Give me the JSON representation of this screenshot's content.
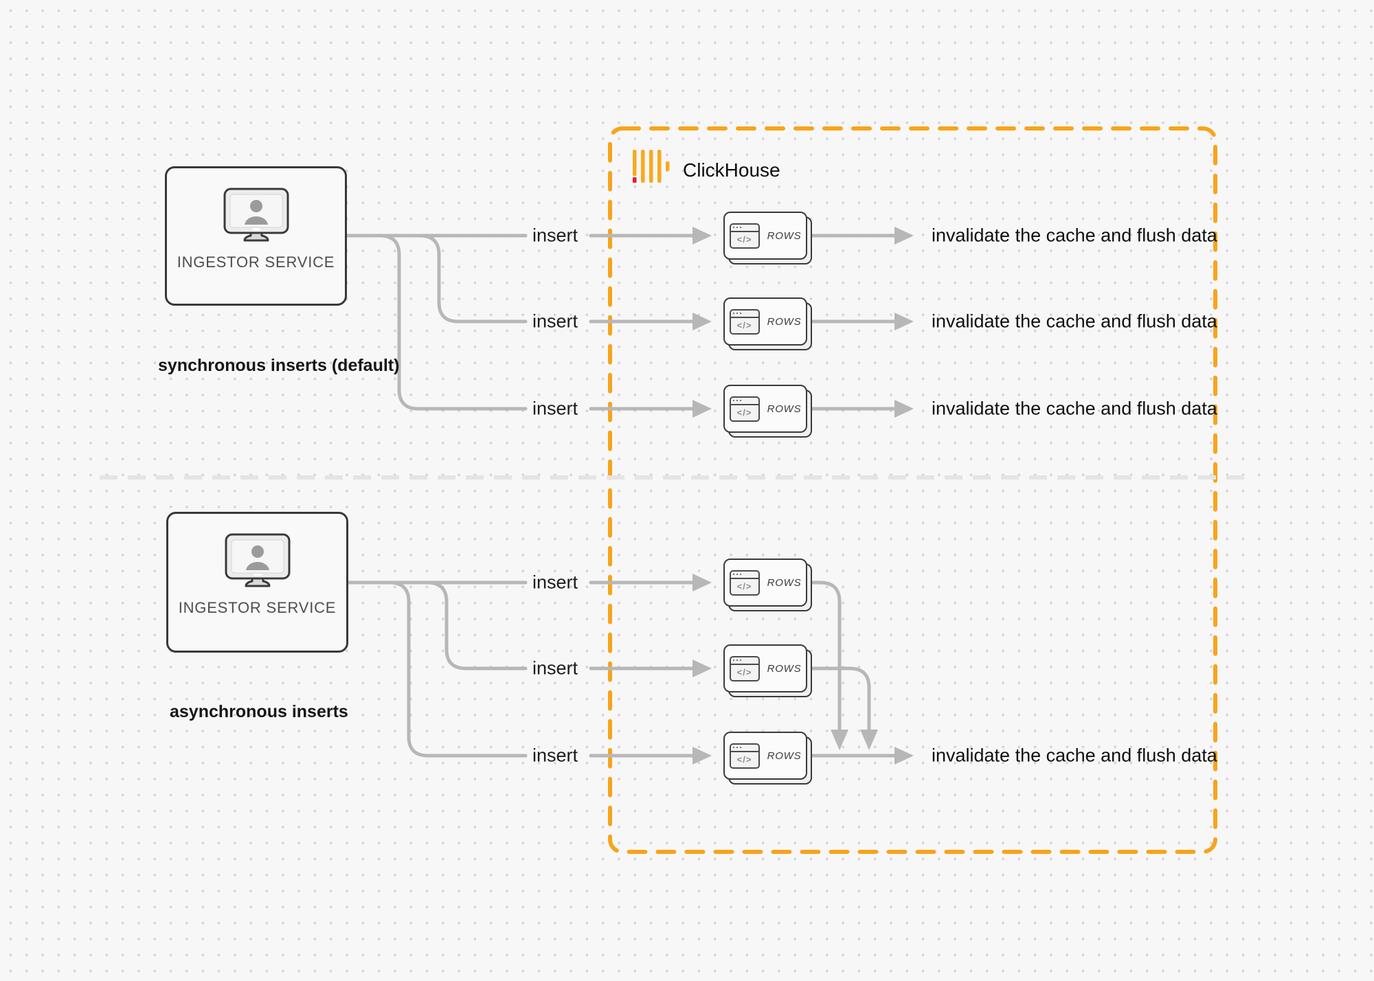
{
  "clickhouse": {
    "label": "ClickHouse"
  },
  "sections": {
    "sync": {
      "caption": "synchronous inserts (default)",
      "service_label": "INGESTOR SERVICE"
    },
    "async": {
      "caption": "asynchronous inserts",
      "service_label": "INGESTOR SERVICE"
    }
  },
  "labels": {
    "insert": "insert",
    "rows": "ROWS",
    "code_glyph": "</>",
    "invalidate": "invalidate the cache and flush data"
  },
  "icons": {
    "service": "monitor-user-icon",
    "rows_card": "code-window-icon",
    "brand": "clickhouse-logo-icon"
  },
  "colors": {
    "orange_border": "#F7A41C",
    "logo_yellow": "#F9A91C",
    "logo_red": "#EC1C24",
    "connector_gray": "#b7b7b7",
    "divider_gray": "#e4e4e5"
  }
}
